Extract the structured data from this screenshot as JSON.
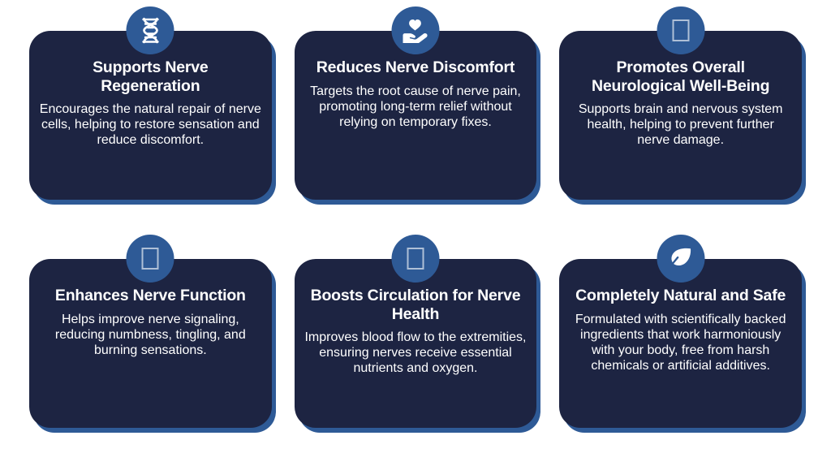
{
  "theme": {
    "page_background": "#ffffff",
    "card_background": "#1d2442",
    "card_shadow": "#2e5a96",
    "icon_circle": "#2e5a96",
    "text_color": "#ffffff"
  },
  "benefits": [
    {
      "icon": "dna-icon",
      "title": "Supports Nerve Regeneration",
      "description": "Encourages the natural repair of nerve cells, helping to restore sensation and reduce discomfort."
    },
    {
      "icon": "hand-holding-heart-icon",
      "title": "Reduces Nerve Discomfort",
      "description": "Targets the root cause of nerve pain, promoting long-term relief without relying on temporary fixes."
    },
    {
      "icon": "missing-glyph-icon",
      "title": "Promotes Overall Neurological Well-Being",
      "description": "Supports brain and nervous system health, helping to prevent further nerve damage."
    },
    {
      "icon": "missing-glyph-icon",
      "title": "Enhances Nerve Function",
      "description": "Helps improve nerve signaling, reducing numbness, tingling, and burning sensations."
    },
    {
      "icon": "missing-glyph-icon",
      "title": "Boosts Circulation for Nerve Health",
      "description": "Improves blood flow to the extremities, ensuring nerves receive essential nutrients and oxygen."
    },
    {
      "icon": "leaf-icon",
      "title": "Completely Natural and Safe",
      "description": "Formulated with scientifically backed ingredients that work harmoniously with your body, free from harsh chemicals or artificial additives."
    }
  ]
}
